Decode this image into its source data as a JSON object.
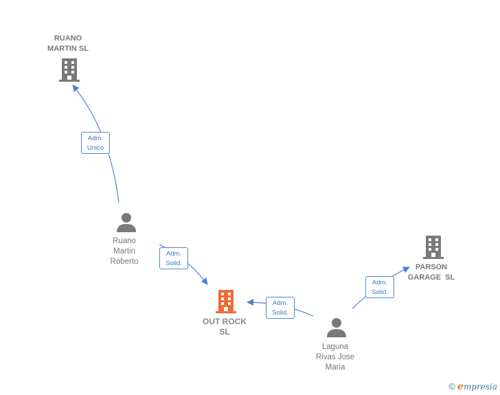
{
  "nodes": {
    "ruano_martin_sl": {
      "label_lines": [
        "RUANO",
        "MARTIN SL"
      ]
    },
    "ruano_martin_roberto": {
      "label_lines": [
        "Ruano",
        "Martin",
        "Roberto"
      ]
    },
    "out_rock_sl": {
      "label_lines": [
        "OUT ROCK",
        "SL"
      ]
    },
    "parson_garage_sl": {
      "label_lines": [
        "PARSON",
        "GARAGE  SL"
      ]
    },
    "laguna_rivas_jose_maria": {
      "label_lines": [
        "Laguna",
        "Rivas Jose",
        "Maria"
      ]
    }
  },
  "edges": {
    "adm_unico": {
      "lines": [
        "Adm.",
        "Unico"
      ]
    },
    "adm_solid_roberto": {
      "lines": [
        "Adm.",
        "Solid."
      ]
    },
    "adm_solid_laguna_outrock": {
      "lines": [
        "Adm.",
        "Solid."
      ]
    },
    "adm_solid_laguna_parson": {
      "lines": [
        "Adm.",
        "Solid."
      ]
    }
  },
  "colors": {
    "edge": "#4a86d0",
    "company_icon": "#7a7a7a",
    "main_company_icon": "#f06a35",
    "person_icon": "#7a7a7a"
  },
  "icons": {
    "company": "building-icon",
    "person": "person-icon"
  },
  "footer": {
    "copyright_symbol": "©",
    "brand_initial": "e",
    "brand_rest": "mpresia"
  }
}
